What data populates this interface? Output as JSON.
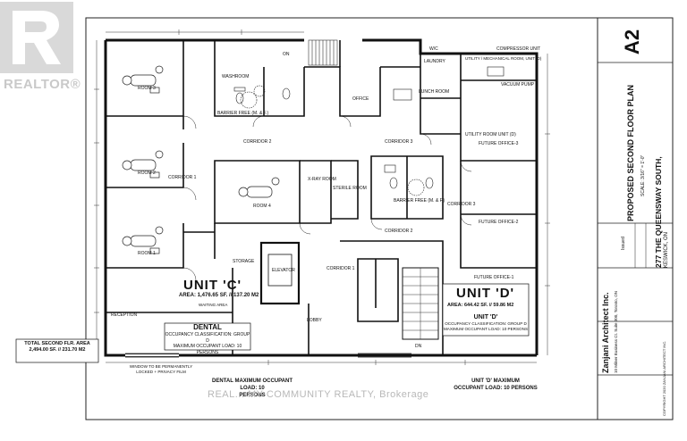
{
  "watermark": {
    "brand": "REALTOR",
    "brand_suffix": "®",
    "overlay_text": "REAL... MY COMMUNITY REALTY, Brokerage"
  },
  "title_block": {
    "sheet_number": "A2",
    "drawing_title": "PROPOSED SECOND FLOOR PLAN",
    "scale": "SCALE: 3/16\" = 1'-0\"",
    "project_address": "277 THE QUEENSWAY SOUTH,",
    "project_city": "KESWICK, ON",
    "issued_header": "Issued",
    "firm_name": "Zanjani Architect Inc.",
    "firm_address": "10 Milner Business Ct. Suite 300, Toronto, ON",
    "copyright": "COPYRIGHT 2020 ZANJANI ARCHITECT INC."
  },
  "units": {
    "c": {
      "name": "UNIT 'C'",
      "area": "AREA: 1,476.65 SF. // 137.20 M2",
      "use_header": "WAITING AREA",
      "use": "DENTAL",
      "classification": "OCCUPANCY CLASSIFICATION: GROUP D",
      "occupant_load": "MAXIMUM OCCUPANT LOAD: 10 PERSONS"
    },
    "d": {
      "name": "UNIT 'D'",
      "area": "AREA: 644.42 SF. // 59.86 M2",
      "use": "UNIT 'D'",
      "classification": "OCCUPANCY CLASSIFICATION: GROUP D",
      "occupant_load": "MAXIMUM OCCUPANT LOAD: 10 PERSONS"
    }
  },
  "total_area": {
    "label": "TOTAL SECOND FLR. AREA",
    "value": "2,494.00 SF. // 231.70 M2"
  },
  "notes": {
    "window": "WINDOW TO BE PERMANENTLY LOCKED + PRIVACY FILM",
    "dental_max_line1": "DENTAL MAXIMUM OCCUPANT LOAD: 10",
    "dental_max_line2": "PERSONS",
    "unitd_max_line1": "UNIT 'D' MAXIMUM",
    "unitd_max_line2": "OCCUPANT LOAD: 10 PERSONS"
  },
  "rooms": {
    "room3": "ROOM 3",
    "room2": "ROOM 2",
    "room1": "ROOM 1",
    "room4": "ROOM 4",
    "washroom_c": "WASHROOM",
    "barrier_free_c": "BARRIER FREE (M. & F.)",
    "office": "OFFICE",
    "lunch_room": "LUNCH ROOM",
    "laundry": "LAUNDRY",
    "utility_mech": "UTILITY / MECHANICAL ROOM, UNIT (D)",
    "compressor": "COMPRESSOR UNIT",
    "vacuum_pump": "VACUUM PUMP",
    "utility_room_d": "UTILITY ROOM UNIT (D)",
    "corridor2_top": "CORRIDOR 2",
    "corridor3": "CORRIDOR 3",
    "corridor1_left": "CORRIDOR 1",
    "xray": "X-RAY ROOM",
    "sterile": "STERILE ROOM",
    "barrier_free_d": "BARRIER FREE (M. & F.)",
    "corridor2_mid": "CORRIDOR 2",
    "corridor_d": "CORRIDOR 3",
    "future_office2": "FUTURE OFFICE-2",
    "future_office3": "FUTURE OFFICE-3",
    "future_office1": "FUTURE OFFICE-1",
    "storage": "STORAGE",
    "elevator": "ELEVATOR",
    "corridor1_low": "CORRIDOR 1",
    "lobby": "LOBBY",
    "reception": "RECEPTION",
    "wc": "W/C",
    "on": "ON",
    "dn": "DN"
  }
}
